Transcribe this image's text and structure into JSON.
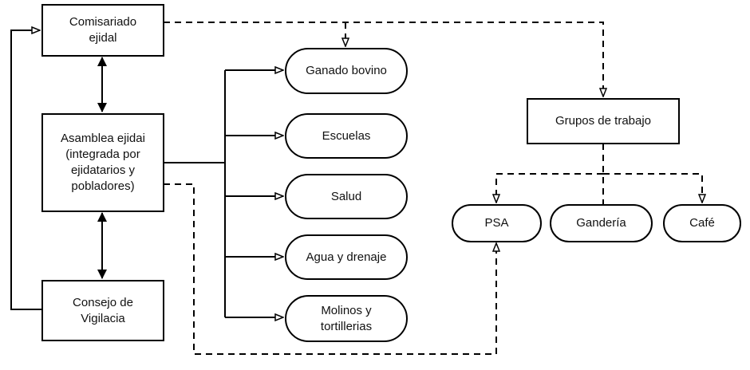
{
  "nodes": {
    "comisariado": "Comisariado\nejidal",
    "asamblea": "Asamblea ejidai\n(integrada por\nejidatarios y\npobladores)",
    "consejo": "Consejo de\nVigilacia",
    "ganado": "Ganado bovino",
    "escuelas": "Escuelas",
    "salud": "Salud",
    "agua": "Agua y drenaje",
    "molinos": "Molinos y\ntortillerias",
    "grupos": "Grupos de trabajo",
    "psa": "PSA",
    "ganderia": "Gandería",
    "cafe": "Café"
  },
  "colors": {
    "line": "#000000",
    "background": "#ffffff"
  }
}
